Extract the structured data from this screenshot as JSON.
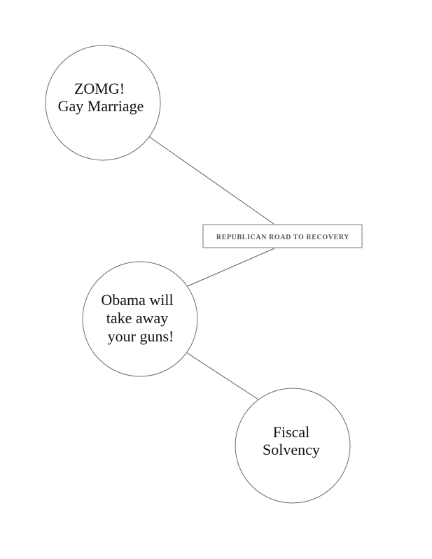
{
  "diagram": {
    "center_label": "REPUBLICAN ROAD TO RECOVERY",
    "nodes": [
      {
        "id": "gay-marriage",
        "lines": [
          "ZOMG!",
          "Gay Marriage"
        ]
      },
      {
        "id": "guns",
        "lines": [
          "Obama will",
          "take away",
          "your guns!"
        ]
      },
      {
        "id": "fiscal",
        "lines": [
          "Fiscal",
          "Solvency"
        ]
      }
    ]
  }
}
